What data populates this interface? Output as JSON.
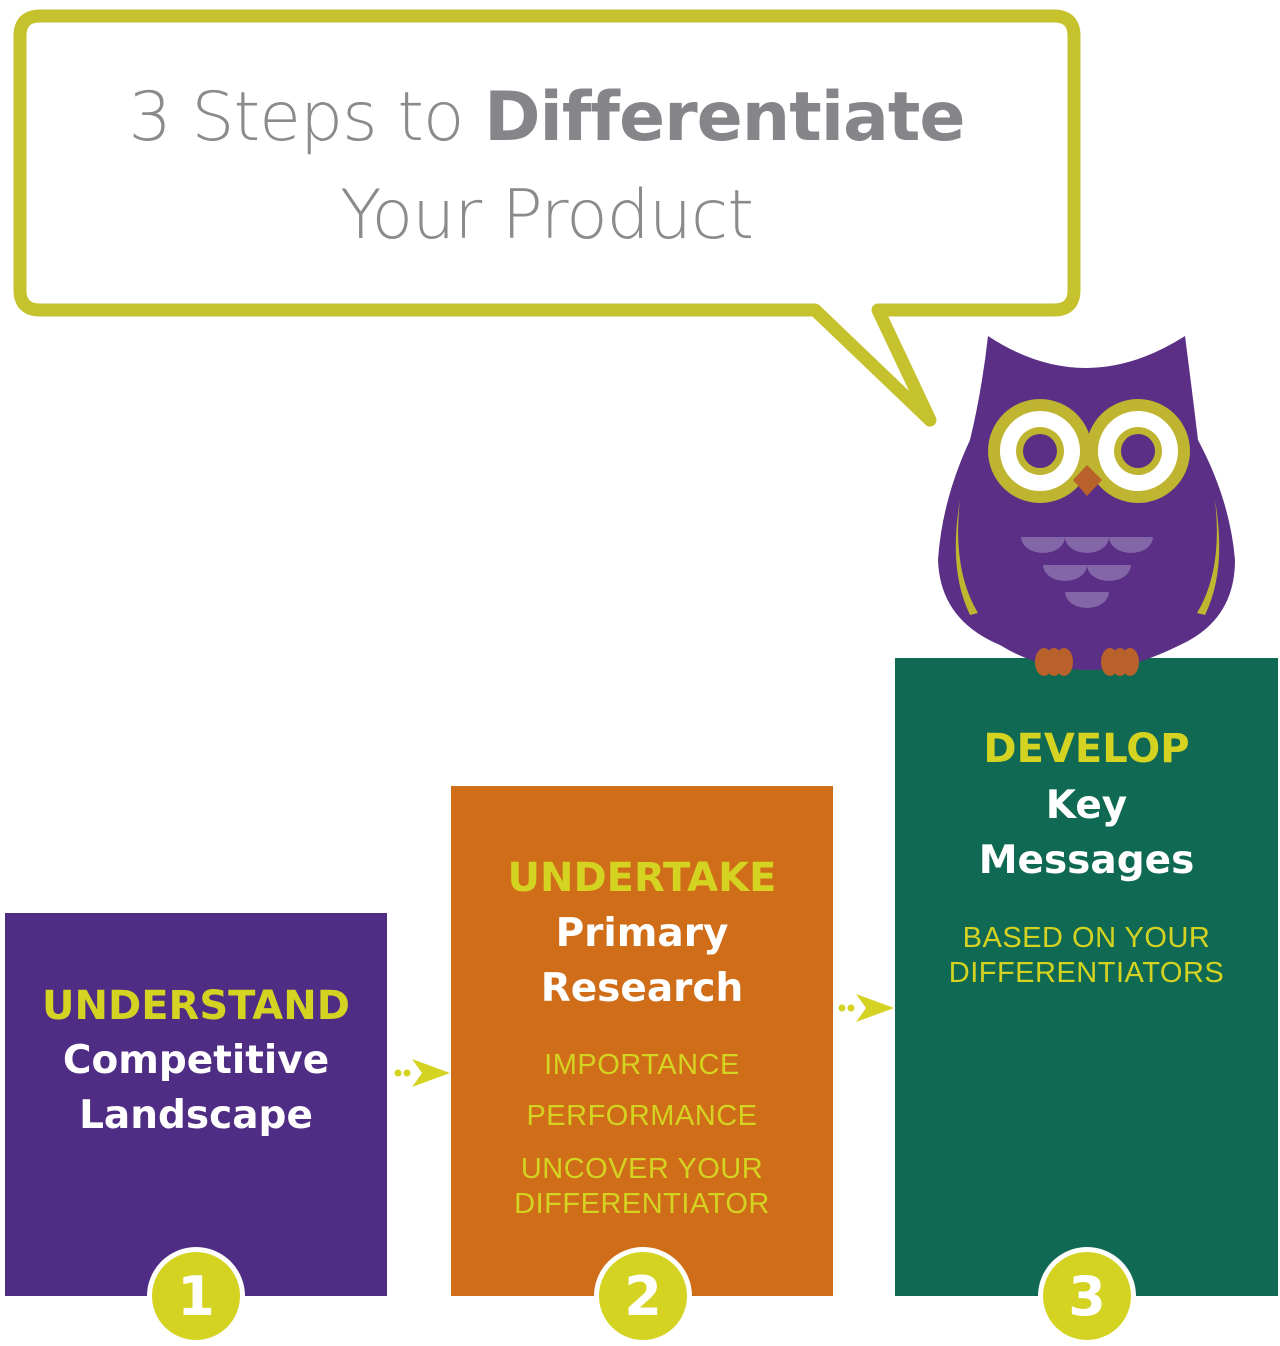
{
  "title": {
    "light": "3 Steps to ",
    "bold": "Differentiate",
    "line2": "Your Product"
  },
  "steps": [
    {
      "number": "1",
      "verb": "UNDERSTAND",
      "noun_lines": [
        "Competitive",
        "Landscape"
      ],
      "details": [],
      "color": "#4f2d84"
    },
    {
      "number": "2",
      "verb": "UNDERTAKE",
      "noun_lines": [
        "Primary",
        "Research"
      ],
      "details": [
        "IMPORTANCE",
        "PERFORMANCE",
        "UNCOVER YOUR",
        "DIFFERENTIATOR"
      ],
      "color": "#cf6d19"
    },
    {
      "number": "3",
      "verb": "DEVELOP",
      "noun_lines": [
        "Key",
        "Messages"
      ],
      "details": [
        "BASED ON YOUR",
        "DIFFERENTIATORS"
      ],
      "color": "#106a53"
    }
  ],
  "colors": {
    "accent": "#d4d321",
    "bubble_border": "#c5c22d",
    "owl": "#5a2f85"
  }
}
